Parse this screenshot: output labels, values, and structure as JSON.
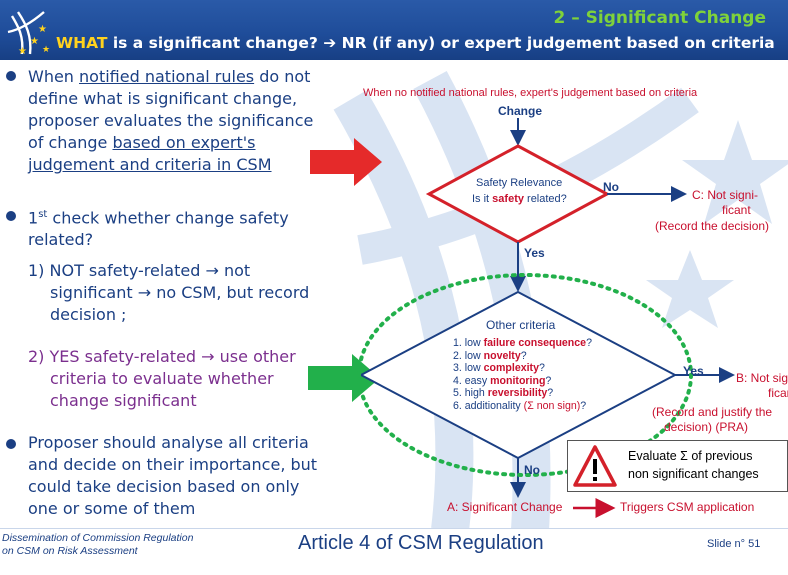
{
  "header": {
    "title": "2 – Significant Change",
    "subtitle_lead": "WHAT",
    "subtitle_rest": " is a significant change? ➔ NR (if any) or expert judgement based on criteria"
  },
  "left": {
    "b1": {
      "l1_a": "When ",
      "l1_u": "notified national rules",
      "l1_b": " do not",
      "l2": "define what is significant change,",
      "l3": "proposer evaluates the significance",
      "l4_a": "of change ",
      "l4_u": "based on expert's",
      "l5_u": "judgement and criteria in CSM"
    },
    "b2": {
      "l1_a": "1",
      "l1_sup": "st",
      "l1_b": " check whether change safety",
      "l2": "related?"
    },
    "n1": {
      "l1": "1) NOT  safety-related → not",
      "l2": "significant → no CSM, but record",
      "l3": "decision ;"
    },
    "n2": {
      "l1": "2) YES safety-related → use other",
      "l2": "criteria to evaluate whether",
      "l3": "change significant"
    },
    "b3": {
      "l1": "Proposer should analyse all criteria",
      "l2": "and decide on their importance, but",
      "l3": "could take decision based on only",
      "l4": "one or some of them"
    }
  },
  "diagram": {
    "top_note": "When no notified national rules, expert's judgement based on criteria",
    "change": "Change",
    "d1_line1": "Safety Relevance",
    "d1_line2_a": "Is it ",
    "d1_line2_b": "safety",
    "d1_line2_c": " related?",
    "no1": "No",
    "yes1": "Yes",
    "c_label": "C:   Not signi-",
    "c_label2": "ficant",
    "c_record": "(Record the decision)",
    "other": "Other criteria",
    "crit": [
      {
        "a": "1. low ",
        "b": "failure consequence",
        "c": "?"
      },
      {
        "a": "2. low ",
        "b": "novelty",
        "c": "?"
      },
      {
        "a": "3. low ",
        "b": "complexity",
        "c": "?"
      },
      {
        "a": "4. easy ",
        "b": "monitoring",
        "c": "?"
      },
      {
        "a": "5. high ",
        "b": "reversibility",
        "c": "?"
      },
      {
        "a": "6. additionality ",
        "b": "(Σ non sign)",
        "c": "?"
      }
    ],
    "yes2": "Yes",
    "b_label": "B:   Not signi-",
    "b_label2": "ficant",
    "b_record1": "(Record and justify the",
    "b_record2": "decision) (PRA)",
    "no2": "No",
    "a_label": "A: Significant Change",
    "triggers": "Triggers CSM application",
    "warn1": "Evaluate Σ of previous",
    "warn2": "non significant changes"
  },
  "footer": {
    "left1": "Dissemination of Commission Regulation",
    "left2": "on CSM on Risk Assessment",
    "mid": "Article 4 of CSM Regulation",
    "right": "Slide  n° 51"
  },
  "colors": {
    "header_bg": "#1f4d9a",
    "title_green": "#7fd23a",
    "subtitle_yellow": "#ffd21e",
    "text_blue": "#1b3f83",
    "red": "#d4212a",
    "green": "#2ea84a"
  }
}
